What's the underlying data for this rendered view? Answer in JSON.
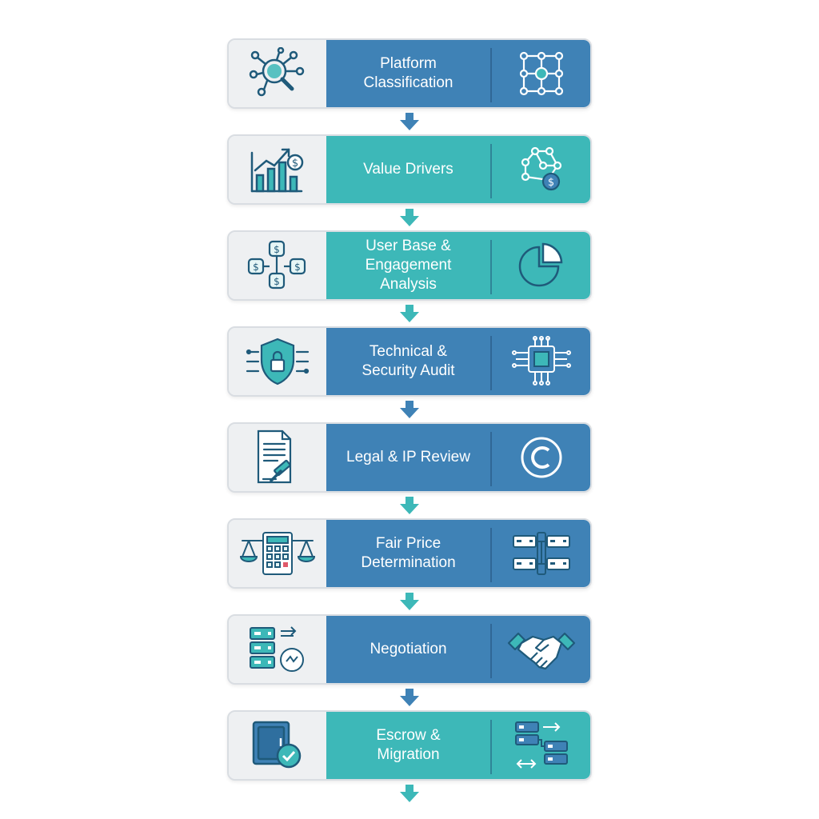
{
  "colors": {
    "blue": "#3f82b6",
    "teal": "#3db8b8",
    "icon_stroke": "#1f5a7a",
    "icon_accent": "#3db8b8",
    "card_bg": "#eef0f2"
  },
  "steps": [
    {
      "label": "Platform\nClassification",
      "style": "blue",
      "left_icon": "magnifier-network-icon",
      "right_icon": "node-grid-icon"
    },
    {
      "label": "Value Drivers",
      "style": "teal",
      "left_icon": "growth-chart-dollar-icon",
      "right_icon": "hexagon-network-dollar-icon"
    },
    {
      "label": "User Base &\nEngagement\nAnalysis",
      "style": "teal",
      "left_icon": "dollar-flow-icon",
      "right_icon": "pie-chart-icon"
    },
    {
      "label": "Technical &\nSecurity Audit",
      "style": "blue",
      "left_icon": "shield-lock-icon",
      "right_icon": "microchip-icon"
    },
    {
      "label": "Legal & IP Review",
      "style": "blue",
      "left_icon": "document-gavel-icon",
      "right_icon": "copyright-icon"
    },
    {
      "label": "Fair Price\nDetermination",
      "style": "blue",
      "left_icon": "scales-calculator-icon",
      "right_icon": "server-blocks-icon"
    },
    {
      "label": "Negotiation",
      "style": "blue",
      "left_icon": "server-transfer-icon",
      "right_icon": "handshake-icon"
    },
    {
      "label": "Escrow &\nMigration",
      "style": "teal",
      "left_icon": "safe-check-icon",
      "right_icon": "server-migration-icon"
    }
  ]
}
